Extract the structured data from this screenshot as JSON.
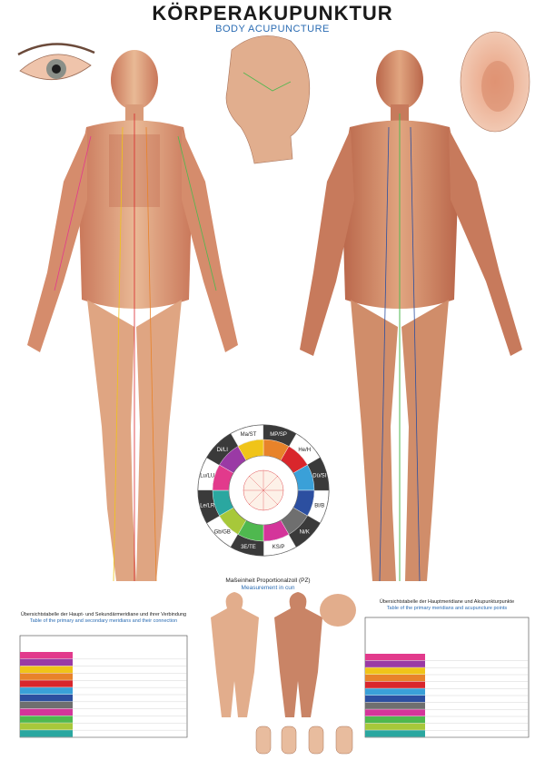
{
  "poster": {
    "title": "KÖRPERAKUPUNKTUR",
    "subtitle": "BODY ACUPUNCTURE"
  },
  "tables": {
    "left_title_de": "Übersichtstabelle der Haupt- und Sekundärmeridiane und ihrer Verbindung",
    "left_title_en": "Table of the primary and secondary meridians and their connection",
    "right_title_de": "Übersichtstabelle der Hauptmeridiane und Akupunkturpunkte",
    "right_title_en": "Table of the primary meridians and acupuncture points"
  },
  "measurement": {
    "title_de": "Maßeinheit Proportionalzoll (PZ)",
    "title_en": "Measurement in cun"
  },
  "meridian_wheel": {
    "segments": [
      "MP/SP",
      "He/H",
      "Dü/SI",
      "Bl/B",
      "Ni/K",
      "KS/P",
      "3E/TE",
      "Gb/GB",
      "Le/LR",
      "Lu/LU",
      "Di/LI",
      "Ma/ST"
    ]
  },
  "colors": {
    "lung": "#e23a8c",
    "large_intestine": "#9a3aa5",
    "stomach": "#f0c419",
    "spleen": "#e8832a",
    "heart": "#d9262c",
    "small_intestine": "#3aa0d8",
    "bladder": "#2c4fa0",
    "kidney": "#6f6f6f",
    "pericardium": "#d4359a",
    "triple_energizer": "#4fb84f",
    "gallbladder": "#a7c83a",
    "liver": "#2aa7a0",
    "title_blue": "#2b6cb3"
  }
}
